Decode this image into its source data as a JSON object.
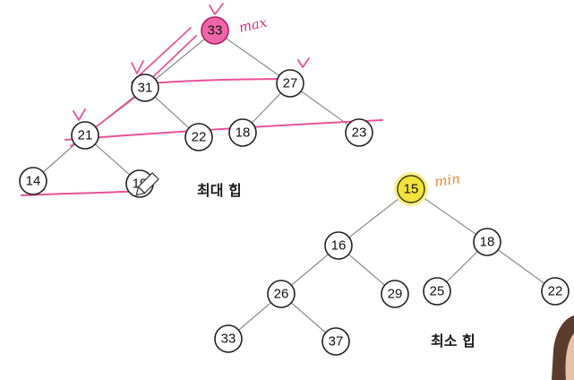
{
  "colors": {
    "edge": "#8c8c8c",
    "max_root_fill": "#ef66a8",
    "min_root_fill": "#f2e33a",
    "pink_ink": "#e8539a",
    "orange_ink": "#e8892e",
    "max_label_color": "#d6307d"
  },
  "max_heap": {
    "title": "최대 힙",
    "annotation": "max",
    "nodes": [
      "33",
      "31",
      "27",
      "21",
      "22",
      "18",
      "23",
      "14",
      "19"
    ]
  },
  "min_heap": {
    "title": "최소 힙",
    "annotation": "min",
    "nodes": [
      "15",
      "16",
      "18",
      "26",
      "29",
      "25",
      "22",
      "33",
      "37"
    ]
  },
  "icons": {
    "cursor": "pencil-cursor-icon"
  }
}
